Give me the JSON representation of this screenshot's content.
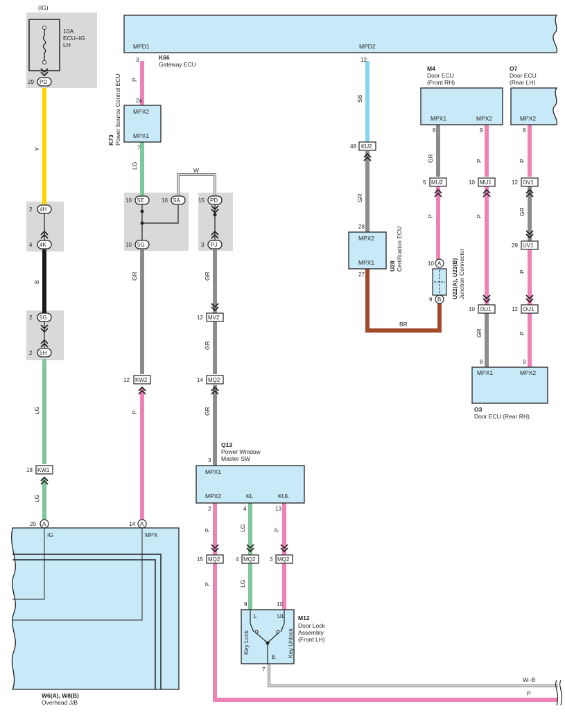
{
  "power": {
    "ig": "(IG)",
    "fuse_label_1": "10A",
    "fuse_label_2": "ECU–IG",
    "fuse_label_3": "LH",
    "fuse_pin": "29",
    "fuse_connector": "PD"
  },
  "gateway": {
    "code": "K66",
    "name": "Gateway ECU",
    "term1": "MPD1",
    "term2": "MPD2",
    "pin1": "3",
    "pin2": "12"
  },
  "psc": {
    "code": "K73",
    "name": "Power Source Control ECU",
    "term_top": "MPX2",
    "term_bottom": "MPX1",
    "pin_top": "24",
    "pin_bottom": "7"
  },
  "cert": {
    "code": "U28",
    "name": "Certification ECU",
    "term_top": "MPX2",
    "term_bottom": "MPX1",
    "pin_top": "28",
    "pin_bottom": "27"
  },
  "m4": {
    "code": "M4",
    "name1": "Door ECU",
    "name2": "(Front RH)",
    "term1": "MPX1",
    "term2": "MPX2",
    "pin1": "8",
    "pin2": "9"
  },
  "o7": {
    "code": "O7",
    "name1": "Door ECU",
    "name2": "(Rear LH)",
    "term": "MPX2",
    "pin": "9"
  },
  "o3": {
    "code": "O3",
    "name": "Door ECU (Rear RH)",
    "term1": "MPX1",
    "term2": "MPX2",
    "pin1": "8",
    "pin2": "9"
  },
  "q13": {
    "code": "Q13",
    "name1": "Power Window",
    "name2": "Master SW",
    "term_top": "MPX1",
    "term_mpx2": "MPX2",
    "term_kl": "KL",
    "term_kul": "KUL",
    "pin_top": "3",
    "pin_mpx2": "2",
    "pin_kl": "4",
    "pin_kul": "13"
  },
  "m12": {
    "code": "M12",
    "name1": "Door Lock",
    "name2": "Assembly",
    "name3": "(Front LH)",
    "term_l": "L",
    "term_ul": "UL",
    "term_e": "E",
    "key_lock": "Key Lock",
    "key_unlock": "Key Unlock",
    "pin_l": "9",
    "pin_ul": "10",
    "pin_e": "7"
  },
  "junction": {
    "code": "U22(A), U23(B)",
    "name": "Junction Connector",
    "pin_a": "10",
    "pin_b": "9",
    "conn_a": "A",
    "conn_b": "B"
  },
  "jb": {
    "code": "W6(A), W8(B)",
    "name": "Overhead J/B",
    "term_ig": "IG",
    "term_mpx": "MPX",
    "pin_ig": "20",
    "pin_mpx": "14",
    "conn": "A"
  },
  "wire_colors": {
    "Y": "#ffd400",
    "B": "#1a1a1a",
    "LG": "#7cc89a",
    "P": "#ee82b4",
    "GR": "#8c8c8c",
    "SB": "#84d4f2",
    "BR": "#a04a2a",
    "W": "#ffffff"
  },
  "wires": {
    "y": "Y",
    "b": "B",
    "lg1": "LG",
    "lg2": "LG",
    "lg_psc": "LG",
    "gr_5g": "GR",
    "p_kw2": "P",
    "p_top": "P",
    "w_jump": "W",
    "gr_pj": "GR",
    "gr_mv2": "GR",
    "gr_mq2": "GR",
    "sb": "SB",
    "gr_cert": "GR",
    "br": "BR",
    "gr_m4": "GR",
    "p_m4": "P",
    "p_mu1": "P",
    "gr_ou1": "GR",
    "p_o7": "P",
    "gr_o7": "GR",
    "p_uv1": "P",
    "lg_kl": "LG",
    "lg_kl2": "LG",
    "p_kul": "P",
    "p_mpx2": "P",
    "wb": "W–B",
    "p_bottom": "P"
  },
  "connectors": {
    "c4h": {
      "code": "4H",
      "pin": "2"
    },
    "c4k": {
      "code": "4K",
      "pin": "4"
    },
    "c5g_l": {
      "code": "5G",
      "pin": "2"
    },
    "c5h": {
      "code": "5H",
      "pin": "2"
    },
    "c5e": {
      "code": "5E",
      "pin": "10"
    },
    "c5a": {
      "code": "5A",
      "pin": "10"
    },
    "c5g": {
      "code": "5G",
      "pin": "10"
    },
    "cpd": {
      "code": "PD",
      "pin": "15"
    },
    "cpj": {
      "code": "PJ",
      "pin": "3"
    },
    "kw1": {
      "code": "KW1",
      "pin": "18"
    },
    "kw2": {
      "code": "KW2",
      "pin": "12"
    },
    "mv2": {
      "code": "MV2",
      "pin": "12"
    },
    "mq2": {
      "code": "MQ2",
      "pin": "14"
    },
    "ku2": {
      "code": "KU2",
      "pin": "48"
    },
    "mu2": {
      "code": "MU2",
      "pin": "5"
    },
    "mu1": {
      "code": "MU1",
      "pin": "10"
    },
    "ov1": {
      "code": "OV1",
      "pin": "12"
    },
    "uv1": {
      "code": "UV1",
      "pin": "29"
    },
    "ou1_a": {
      "code": "OU1",
      "pin": "10"
    },
    "ou1_b": {
      "code": "OU1",
      "pin": "12"
    },
    "mq2_a": {
      "code": "MQ2",
      "pin": "15"
    },
    "mq2_b": {
      "code": "MQ2",
      "pin": "4"
    },
    "mq2_c": {
      "code": "MQ2",
      "pin": "3"
    }
  }
}
